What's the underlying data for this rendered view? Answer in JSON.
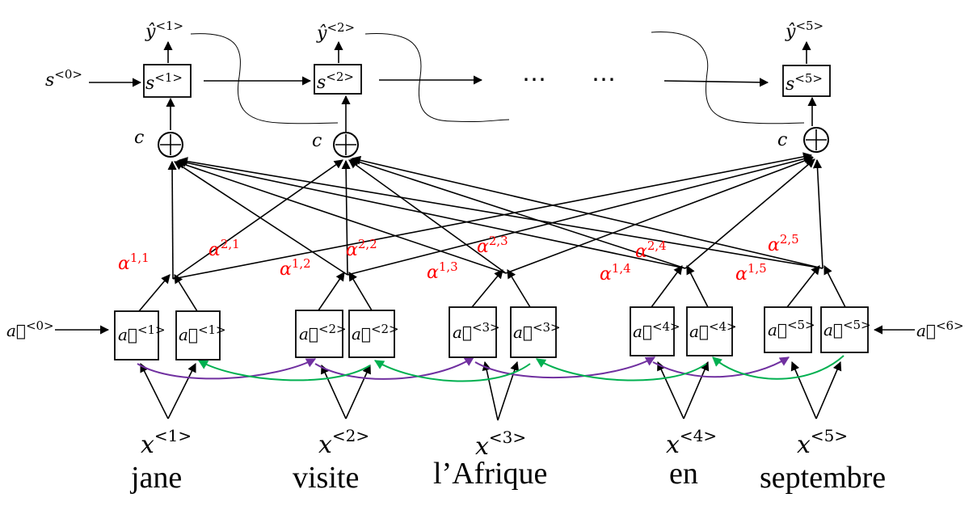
{
  "words": [
    "jane",
    "visite",
    "l’Afrique",
    "en",
    "septembre"
  ],
  "inputs": [
    "<1>",
    "<2>",
    "<3>",
    "<4>",
    "<5>"
  ],
  "decoder": {
    "s_init": "<0>",
    "states": [
      "<1>",
      "<2>",
      "<5>"
    ],
    "outputs": [
      "<1>",
      "<2>",
      "<5>"
    ],
    "context_label": "c",
    "ellipsis": [
      "⋯",
      "⋯"
    ]
  },
  "encoder": {
    "fwd": [
      "<1>",
      "<2>",
      "<3>",
      "<4>",
      "<5>"
    ],
    "bwd": [
      "<1>",
      "<2>",
      "<3>",
      "<4>",
      "<5>"
    ],
    "fwd_init": "<0>",
    "bwd_init": "<6>"
  },
  "attention": {
    "row1": [
      "1,1",
      "1,2",
      "1,3",
      "1,4",
      "1,5"
    ],
    "row2": [
      "2,1",
      "2,2",
      "2,3",
      "2,4",
      "2,5"
    ]
  },
  "colors": {
    "attention": "#ff0000",
    "forward_link": "#7030a0",
    "backward_link": "#00b050"
  }
}
